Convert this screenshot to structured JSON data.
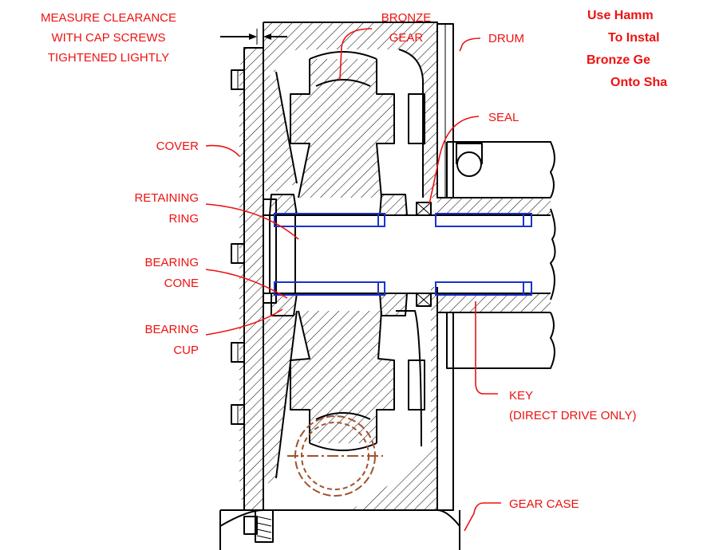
{
  "labels": {
    "measure_clearance": [
      "MEASURE CLEARANCE",
      "WITH CAP SCREWS",
      "TIGHTENED LIGHTLY"
    ],
    "bronze_gear": [
      "BRONZE",
      "GEAR"
    ],
    "drum": "DRUM",
    "seal": "SEAL",
    "cover": "COVER",
    "retaining_ring": [
      "RETAINING",
      "RING"
    ],
    "bearing_cone": [
      "BEARING",
      "CONE"
    ],
    "bearing_cup": [
      "BEARING",
      "CUP"
    ],
    "key": [
      "KEY",
      "(DIRECT DRIVE ONLY)"
    ],
    "gear_case": "GEAR CASE"
  },
  "note": [
    "Use Hamm",
    "To Instal",
    "Bronze Ge",
    "Onto Sha"
  ],
  "colors": {
    "label": "#ee1111",
    "outline": "#000000",
    "key_outline": "#1a33cc",
    "worm_outline": "#a0522d"
  }
}
